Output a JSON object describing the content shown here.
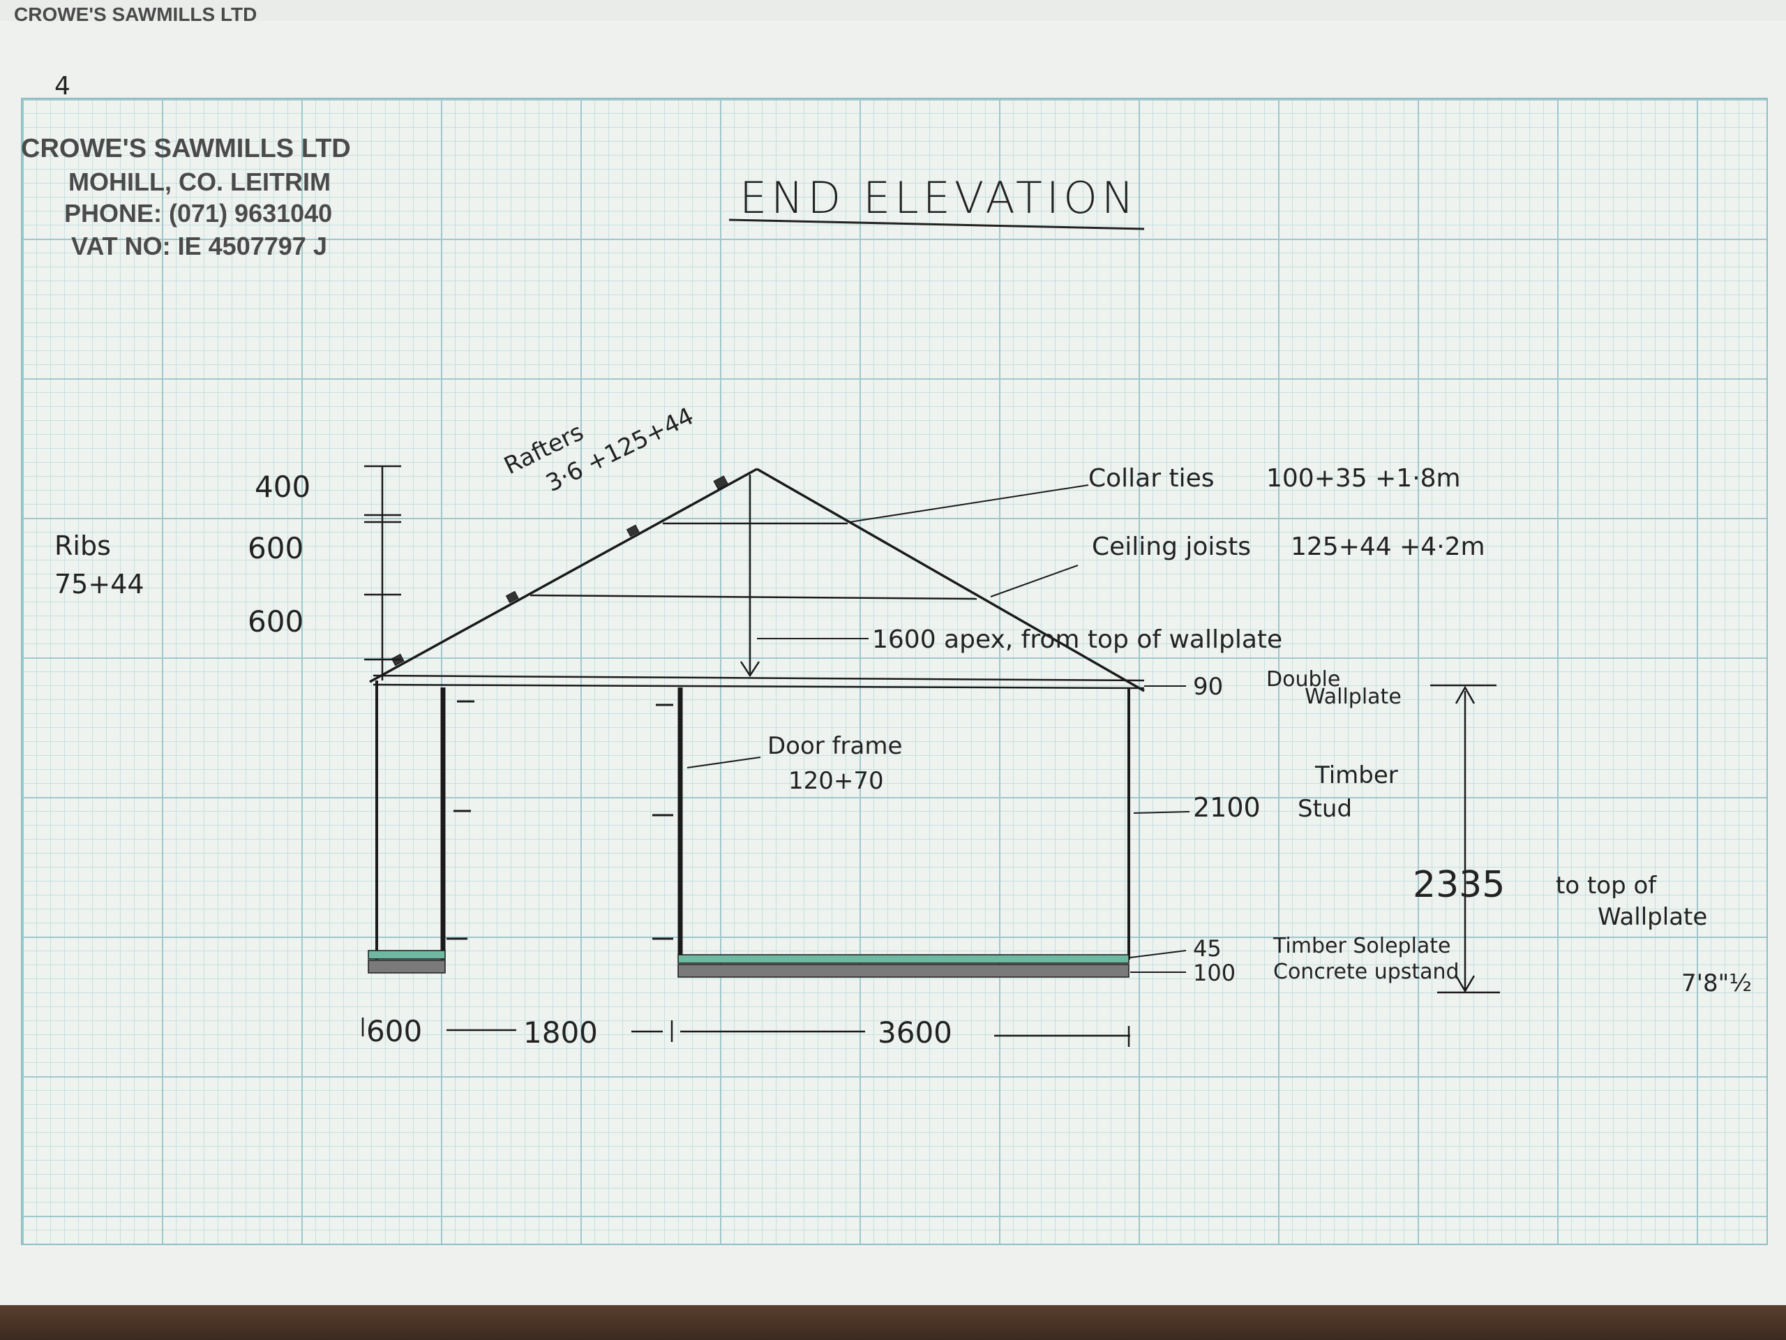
{
  "sheet": {
    "page_number": "4",
    "header_strip_text": "CROWE'S SAWMILLS LTD",
    "stamp": {
      "company": "CROWE'S SAWMILLS LTD",
      "address": "MOHILL, CO. LEITRIM",
      "phone": "PHONE: (071) 9631040",
      "vat": "VAT NO: IE 4507797 J"
    },
    "title": "END ELEVATION"
  },
  "labels": {
    "ribs_1": "Ribs",
    "ribs_2": "75+44",
    "rafters_1": "Rafters",
    "rafters_2": "3·6 +125+44",
    "collar_ties": "Collar ties",
    "collar_ties_spec": "100+35 +1·8m",
    "ceiling_joists": "Ceiling joists",
    "ceiling_joists_spec": "125+44 +4·2m",
    "apex": "1600 apex, from top of wallplate",
    "wallplate_dim": "90",
    "wallplate_1": "Double",
    "wallplate_2": "Wallplate",
    "door_frame_1": "Door frame",
    "door_frame_2": "120+70",
    "stud_dim": "2100",
    "stud_1": "Timber",
    "stud_2": "Stud",
    "total_height": "2335",
    "total_height_note_1": "to top of",
    "total_height_note_2": "Wallplate",
    "total_height_imperial": "7'8\"½",
    "soleplate_dim": "45",
    "soleplate": "Timber Soleplate",
    "concrete_dim": "100",
    "concrete": "Concrete upstand"
  },
  "dimensions": {
    "rise_segments": [
      "400",
      "600",
      "600"
    ],
    "base_segments": [
      "600",
      "1800",
      "3600"
    ]
  }
}
